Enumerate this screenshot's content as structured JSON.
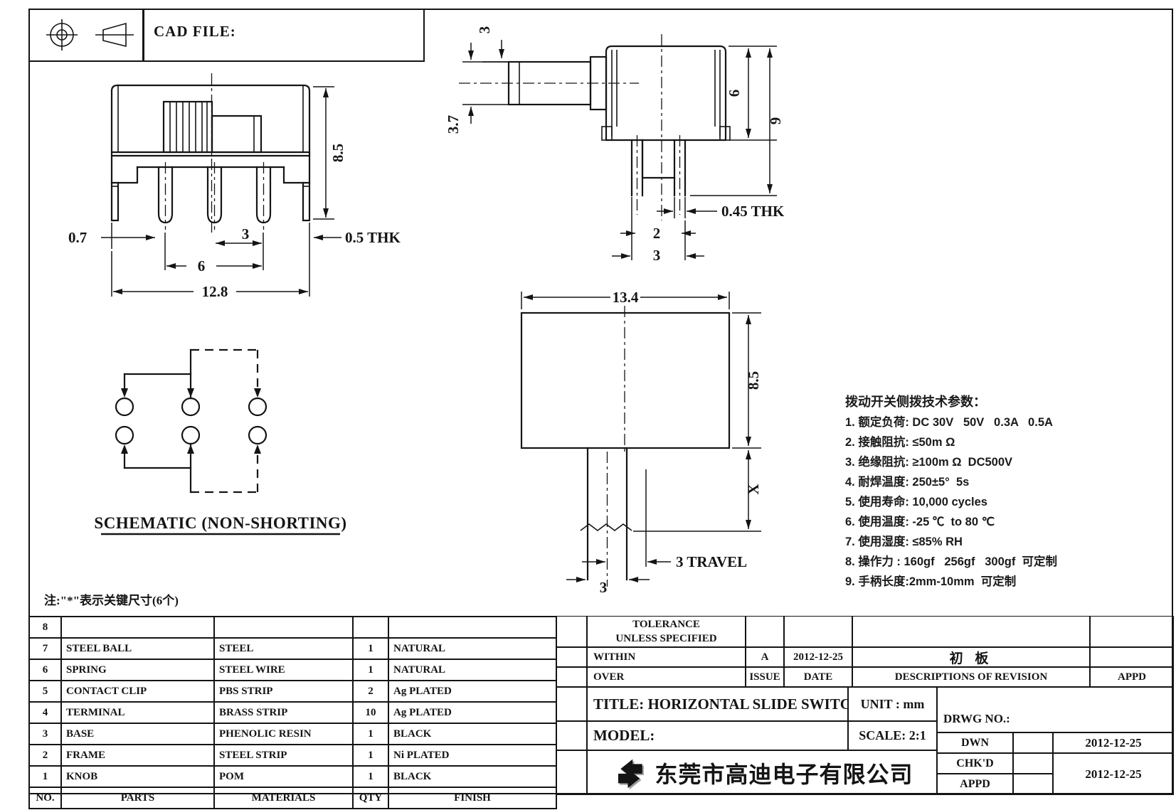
{
  "colors": {
    "line": "#141414",
    "background": "#ffffff"
  },
  "header": {
    "cad_file_label": "CAD FILE:"
  },
  "views": {
    "front": {
      "dims": {
        "body_height": "8.5",
        "edge_offset": "0.7",
        "pin_pitch": "3",
        "pin_span": "6",
        "overall_width": "12.8",
        "bracket_thickness": "0.5 THK"
      }
    },
    "side": {
      "dims": {
        "knob_offset": "3",
        "knob_height": "3.7",
        "body_height": "6",
        "overall_height": "9",
        "pin_thickness": "0.45 THK",
        "pin_gap": "2",
        "pin_pitch": "3"
      }
    },
    "top": {
      "dims": {
        "overall_width": "13.4",
        "body_depth": "8.5",
        "handle_length": "X",
        "travel": "3 TRAVEL",
        "travel_width": "3"
      }
    }
  },
  "schematic": {
    "caption": "SCHEMATIC (NON-SHORTING)"
  },
  "note": "注:\"*\"表示关键尺寸(6个)",
  "tech_params": {
    "title": "拨动开关侧拨技术参数：",
    "items": [
      "1. 额定负荷: DC 30V   50V   0.3A   0.5A",
      "2. 接触阻抗: ≤50m Ω",
      "3. 绝缘阻抗: ≥100m Ω  DC500V",
      "4. 耐焊温度: 250±5°  5s",
      "5. 使用寿命: 10,000 cycles",
      "6. 使用温度: -25 ℃  to 80 ℃",
      "7. 使用湿度: ≤85% RH",
      "8. 操作力 : 160gf   256gf   300gf  可定制",
      "9. 手柄长度:2mm-10mm  可定制"
    ]
  },
  "parts_table": {
    "rows": [
      [
        "8",
        "",
        "",
        "",
        ""
      ],
      [
        "7",
        "STEEL BALL",
        "STEEL",
        "1",
        "NATURAL"
      ],
      [
        "6",
        "SPRING",
        "STEEL WIRE",
        "1",
        "NATURAL"
      ],
      [
        "5",
        "CONTACT CLIP",
        "PBS STRIP",
        "2",
        "Ag PLATED"
      ],
      [
        "4",
        "TERMINAL",
        "BRASS STRIP",
        "10",
        "Ag PLATED"
      ],
      [
        "3",
        "BASE",
        "PHENOLIC RESIN",
        "1",
        "BLACK"
      ],
      [
        "2",
        "FRAME",
        "STEEL STRIP",
        "1",
        "Ni PLATED"
      ],
      [
        "1",
        "KNOB",
        "POM",
        "1",
        "BLACK"
      ]
    ],
    "footer": [
      "NO.",
      "PARTS",
      "MATERIALS",
      "QTY",
      "FINISH"
    ]
  },
  "title_block": {
    "tolerance_line1": "TOLERANCE",
    "tolerance_line2": "UNLESS  SPECIFIED",
    "within_label": "WITHIN",
    "over_label": "OVER",
    "issue_value": "A",
    "issue_label": "ISSUE",
    "date_value": "2012-12-25",
    "date_label": "DATE",
    "revision_value": "初 板",
    "revision_label": "DESCRIPTIONS OF REVISION",
    "appd_label": "APPD",
    "title": "TITLE: HORIZONTAL SLIDE SWITCH",
    "unit": "UNIT : mm",
    "drwg_no_label": "DRWG NO.:",
    "model_label": "MODEL:",
    "scale": "SCALE: 2:1",
    "company_name": "东莞市高迪电子有限公司",
    "dwn_label": "DWN",
    "dwn_date": "2012-12-25",
    "chkd_label": "CHK'D",
    "appd_row_label": "APPD",
    "approval_date": "2012-12-25"
  }
}
